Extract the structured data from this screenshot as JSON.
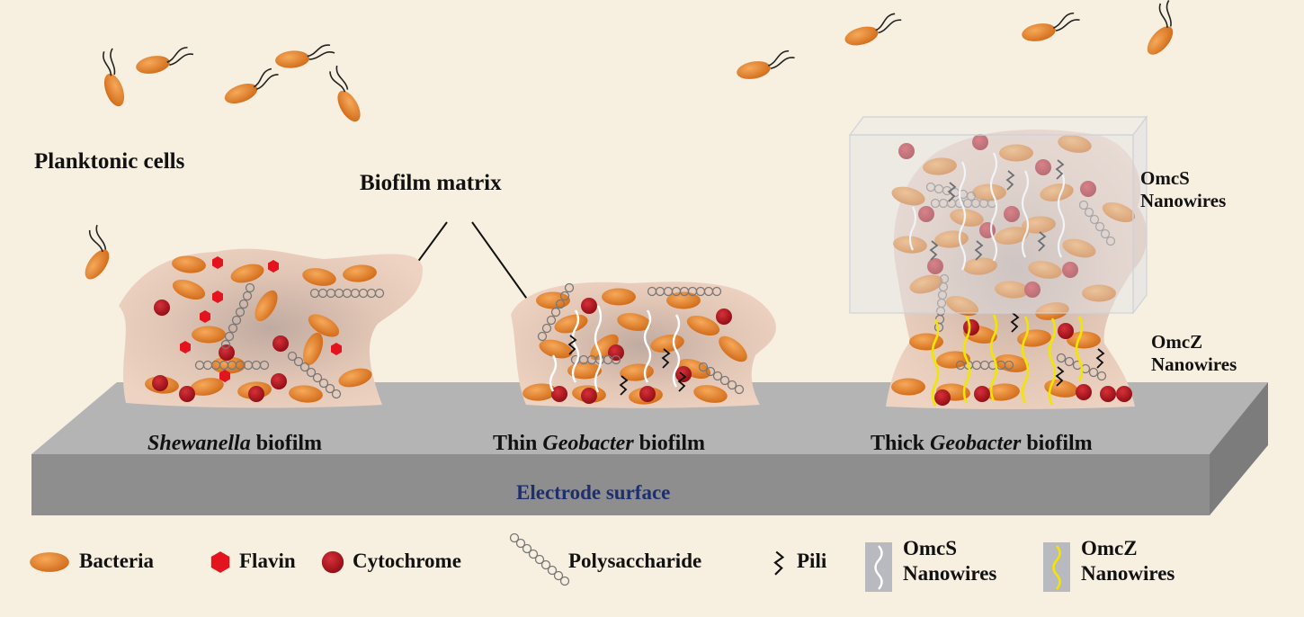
{
  "labels": {
    "planktonic": "Planktonic cells",
    "biofilm_matrix": "Biofilm matrix",
    "shewanella_italic": "Shewanella",
    "shewanella_rest": " biofilm",
    "thin_prefix": "Thin ",
    "thin_italic": "Geobacter",
    "thin_rest": " biofilm",
    "thick_prefix": "Thick ",
    "thick_italic": "Geobacter",
    "thick_rest": " biofilm",
    "omcs_line1": "OmcS",
    "omcs_line2": "Nanowires",
    "omcz_line1": "OmcZ",
    "omcz_line2": "Nanowires",
    "electrode": "Electrode surface"
  },
  "legend": {
    "bacteria": "Bacteria",
    "flavin": "Flavin",
    "cytochrome": "Cytochrome",
    "polysaccharide": "Polysaccharide",
    "pili": "Pili",
    "omcs_line1": "OmcS",
    "omcs_line2": "Nanowires",
    "omcz_line1": "OmcZ",
    "omcz_line2": "Nanowires"
  },
  "colors": {
    "background": "#f7efdf",
    "bacteria": "#e07f2a",
    "flavin": "#e3141d",
    "cytochrome": "#a8121a",
    "matrix": "#eccdbb",
    "electrode_top": "#b4b4b4",
    "electrode_front": "#8e8e8e",
    "electrode_label": "#1d2f6e",
    "omcs_wire": "#ffffff",
    "omcz_wire": "#f2e600",
    "pili": "#111111"
  }
}
